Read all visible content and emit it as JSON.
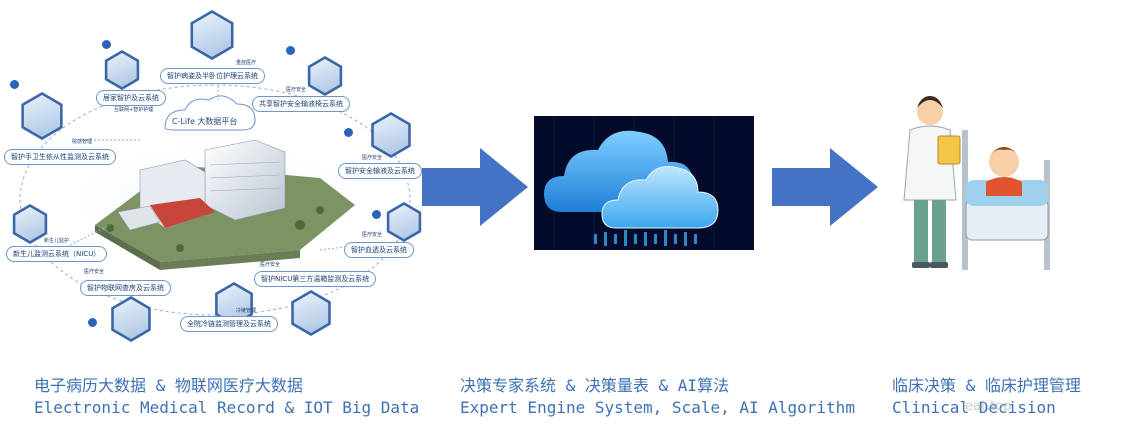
{
  "platform": {
    "label": "C-Life 大数据平台"
  },
  "modules": [
    {
      "label": "智护病姿及半卧位护理云系统",
      "tag": "重症医疗"
    },
    {
      "label": "居家智护及云系统",
      "tag": "互联网+智护护理"
    },
    {
      "label": "共享智护安全输液椅云系统",
      "tag": "医疗安全"
    },
    {
      "label": "智护手卫生依从性监测及云系统",
      "tag": "院感管理"
    },
    {
      "label": "智护安全输液及云系统",
      "tag": "医疗安全"
    },
    {
      "label": "新生儿监测云系统（NICU）",
      "tag": "新生儿监护"
    },
    {
      "label": "智护血透及云系统",
      "tag": "医疗安全"
    },
    {
      "label": "智护物联网查房及云系统",
      "tag": "医疗安全"
    },
    {
      "label": "智护NICU第三方温箱监测及云系统",
      "tag": "医疗安全"
    },
    {
      "label": "全院冷链监测管理及云系统",
      "tag": "冷链管理"
    }
  ],
  "stages": [
    {
      "caption_cn": "电子病历大数据 & 物联网医疗大数据",
      "caption_en": "Electronic Medical Record & IOT Big Data"
    },
    {
      "caption_cn": "决策专家系统 & 决策量表 & AI算法",
      "caption_en": "Expert Engine System, Scale, AI Algorithm"
    },
    {
      "caption_cn": "临床决策 & 临床护理管理",
      "caption_en": "Clinical Decision"
    }
  ],
  "watermark": "eat.top",
  "colors": {
    "arrow": "#4472c4",
    "caption": "#3c72b4",
    "cloud_bg": "#030a2a",
    "cloud": "#3aa7ee"
  }
}
